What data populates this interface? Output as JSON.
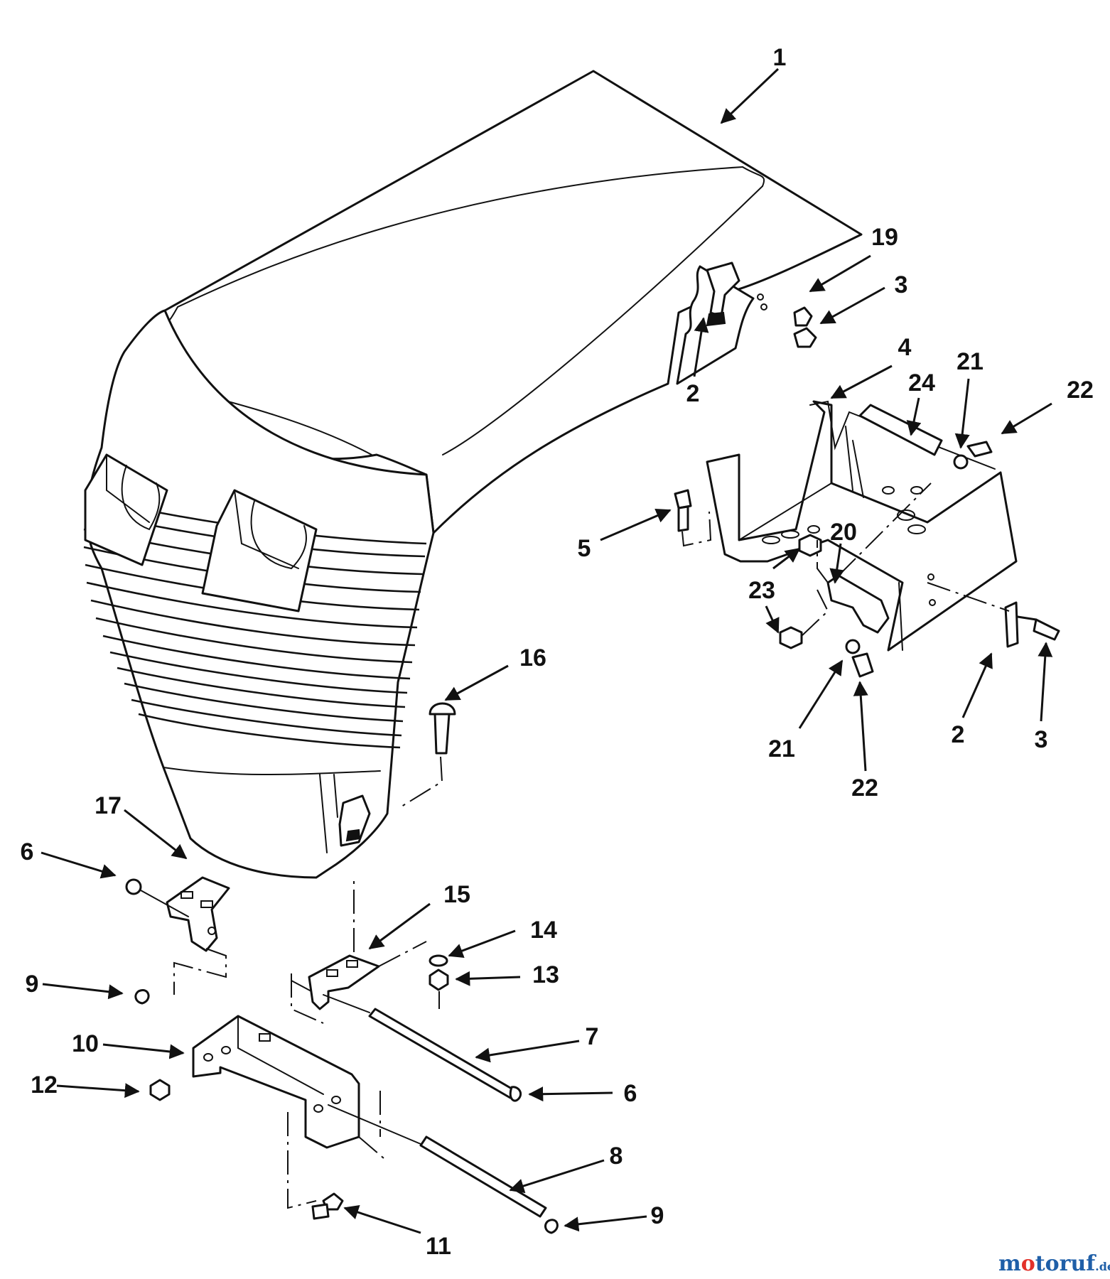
{
  "diagram": {
    "callouts": [
      {
        "label": "1"
      },
      {
        "label": "19"
      },
      {
        "label": "3"
      },
      {
        "label": "2"
      },
      {
        "label": "4"
      },
      {
        "label": "24"
      },
      {
        "label": "21"
      },
      {
        "label": "22"
      },
      {
        "label": "5"
      },
      {
        "label": "20"
      },
      {
        "label": "23"
      },
      {
        "label": "23"
      },
      {
        "label": "21"
      },
      {
        "label": "22"
      },
      {
        "label": "2"
      },
      {
        "label": "3"
      },
      {
        "label": "16"
      },
      {
        "label": "17"
      },
      {
        "label": "6"
      },
      {
        "label": "15"
      },
      {
        "label": "14"
      },
      {
        "label": "13"
      },
      {
        "label": "9"
      },
      {
        "label": "10"
      },
      {
        "label": "7"
      },
      {
        "label": "12"
      },
      {
        "label": "6"
      },
      {
        "label": "8"
      },
      {
        "label": "11"
      },
      {
        "label": "9"
      }
    ]
  },
  "watermark": {
    "text": "motoruf",
    "suffix": ".de",
    "color_m": "#1f5fa8",
    "color_o": "#e2312a",
    "color_rest": "#1f5fa8"
  }
}
